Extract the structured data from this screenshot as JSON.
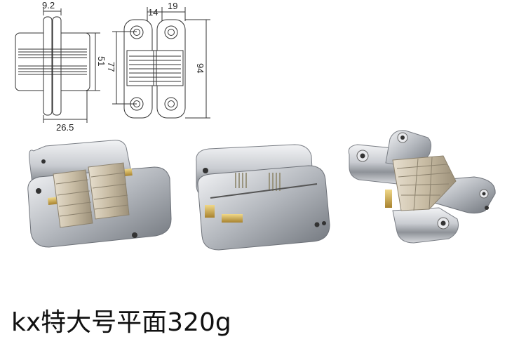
{
  "drawing": {
    "side_view": {
      "top_width": "9.2",
      "height": "51",
      "bottom_width": "26.5"
    },
    "front_view": {
      "top_left": "14",
      "top_right": "19",
      "inner_height": "77",
      "total_height": "94"
    }
  },
  "caption": "kx特大号平面320g",
  "colors": {
    "chrome_light": "#e8e9ec",
    "chrome_mid": "#b9bcc2",
    "chrome_dark": "#6e7279",
    "brass": "#c8a24a",
    "satin": "#cbbfa6"
  }
}
